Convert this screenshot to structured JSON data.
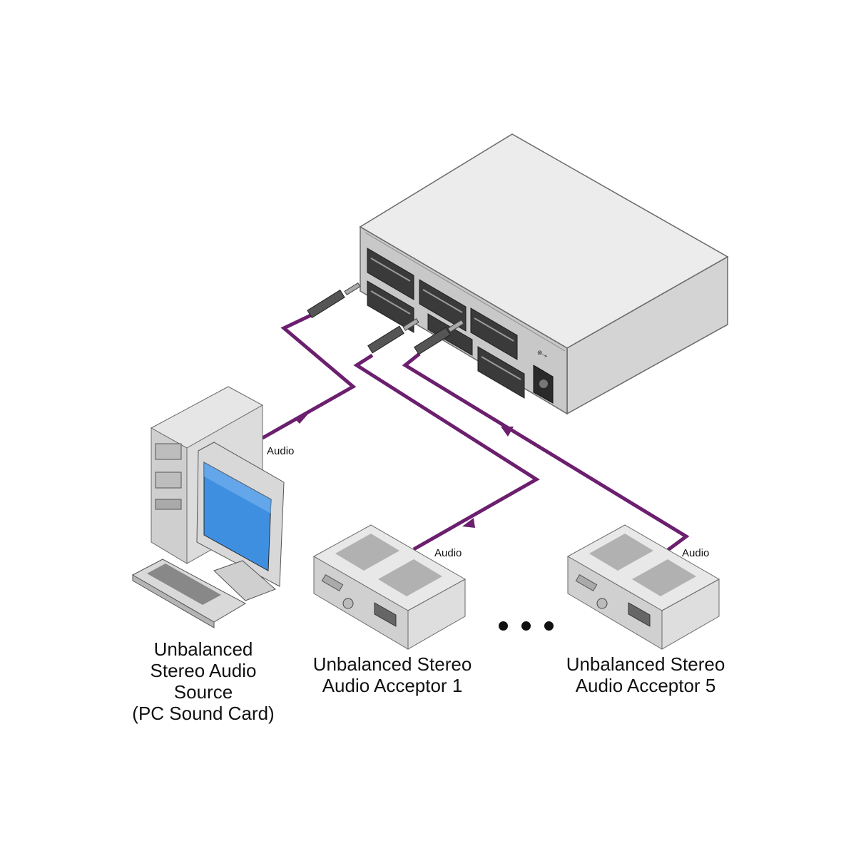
{
  "labels": {
    "cable_audio_source": "Audio",
    "cable_audio_acceptor1": "Audio",
    "cable_audio_acceptor5": "Audio"
  },
  "devices": {
    "source": "Unbalanced\nStereo Audio\nSource\n(PC Sound Card)",
    "acceptor_1": "Unbalanced Stereo\nAudio Acceptor 1",
    "acceptor_5": "Unbalanced Stereo\nAudio Acceptor 5"
  },
  "icons": [
    "distribution-amplifier-icon",
    "pc-icon",
    "audio-receiver-icon",
    "ellipsis-icon"
  ],
  "colors": {
    "cable": "#6b1f6e",
    "screen": "#3f8fe0",
    "device_body": "#e3e3e3"
  }
}
